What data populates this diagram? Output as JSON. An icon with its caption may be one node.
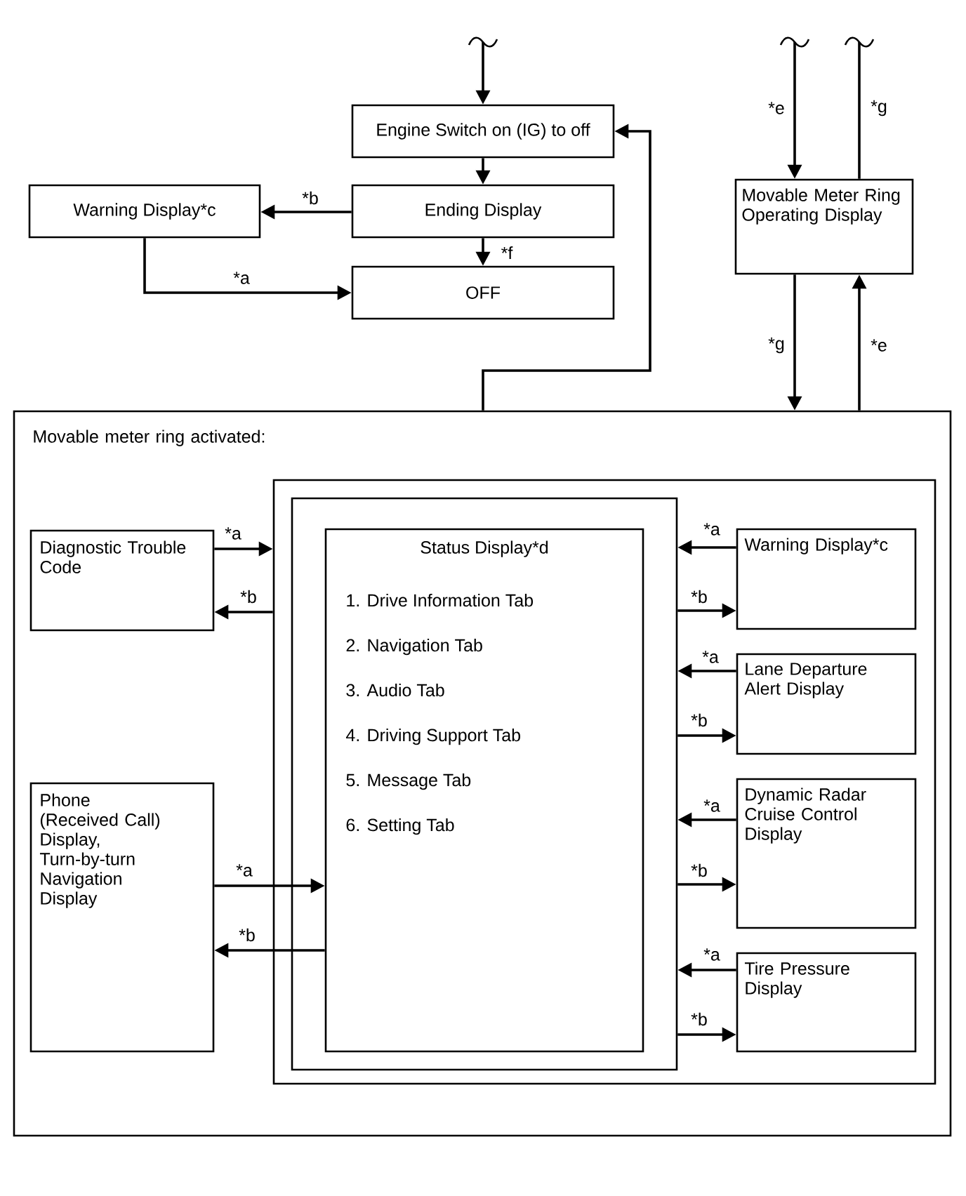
{
  "diagram": {
    "nodes": [
      {
        "text": [
          "Engine Switch on (IG) to off"
        ]
      },
      {
        "text": [
          "Movable Meter Ring Operating Display"
        ]
      },
      {
        "text": [
          "Warning Display*c"
        ]
      },
      {
        "text": [
          "Ending Display"
        ]
      },
      {
        "text": [
          "OFF"
        ]
      },
      {
        "text": [
          "Movable meter ring activated:"
        ]
      },
      {
        "text": [
          "Diagnostic Trouble Code"
        ],
        "in": 5
      },
      {
        "text": [],
        "shape": "box",
        "in": 5
      },
      {
        "text": [],
        "shape": "box",
        "in": 7
      },
      {
        "text": [
          "Status Display*d",
          "1. Drive Information Tab",
          "2. Navigation Tab",
          "3. Audio Tab",
          "4. Driving Support Tab",
          "5. Message Tab",
          "6. Setting Tab"
        ],
        "in": 8
      },
      {
        "text": [
          "Warning Display*c"
        ],
        "in": 7
      },
      {
        "text": [
          "Lane Departure Alert Display"
        ],
        "in": 7
      },
      {
        "text": [
          "Dynamic Radar Cruise Control Display"
        ],
        "in": 7
      },
      {
        "text": [
          "Tire Pressure Display"
        ],
        "in": 7
      },
      {
        "text": [
          "Phone (Received Call) Display, Turn-by-turn Navigation Display"
        ],
        "in": 5
      }
    ],
    "edges": [
      {
        "from": null,
        "to": 0,
        "arrow": "to"
      },
      {
        "from": 0,
        "to": 3,
        "arrow": "to"
      },
      {
        "from": 3,
        "to": 2,
        "arrow": "to",
        "label": "*b"
      },
      {
        "from": 3,
        "to": 4,
        "arrow": "to",
        "label": "*f"
      },
      {
        "from": 2,
        "to": 4,
        "arrow": "to",
        "label": "*a"
      },
      {
        "from": 5,
        "to": 0,
        "arrow": "to"
      },
      {
        "from": null,
        "to": 1,
        "arrow": "to",
        "label": "*e"
      },
      {
        "from": 1,
        "to": null,
        "arrow": "none",
        "label": "*g"
      },
      {
        "from": 1,
        "to": 5,
        "arrow": "to",
        "label": "*g"
      },
      {
        "from": 5,
        "to": 1,
        "arrow": "to",
        "label": "*e"
      },
      {
        "from": 6,
        "to": 7,
        "arrow": "to",
        "label": "*a"
      },
      {
        "from": 7,
        "to": 6,
        "arrow": "to",
        "label": "*b"
      },
      {
        "from": 10,
        "to": 8,
        "arrow": "to",
        "label": "*a"
      },
      {
        "from": 8,
        "to": 10,
        "arrow": "to",
        "label": "*b"
      },
      {
        "from": 11,
        "to": 8,
        "arrow": "to",
        "label": "*a"
      },
      {
        "from": 8,
        "to": 11,
        "arrow": "to",
        "label": "*b"
      },
      {
        "from": 12,
        "to": 8,
        "arrow": "to",
        "label": "*a"
      },
      {
        "from": 8,
        "to": 12,
        "arrow": "to",
        "label": "*b"
      },
      {
        "from": 13,
        "to": 8,
        "arrow": "to",
        "label": "*a"
      },
      {
        "from": 8,
        "to": 13,
        "arrow": "to",
        "label": "*b"
      },
      {
        "from": 14,
        "to": 9,
        "arrow": "to",
        "label": "*a"
      },
      {
        "from": 9,
        "to": 14,
        "arrow": "to",
        "label": "*b"
      }
    ]
  }
}
